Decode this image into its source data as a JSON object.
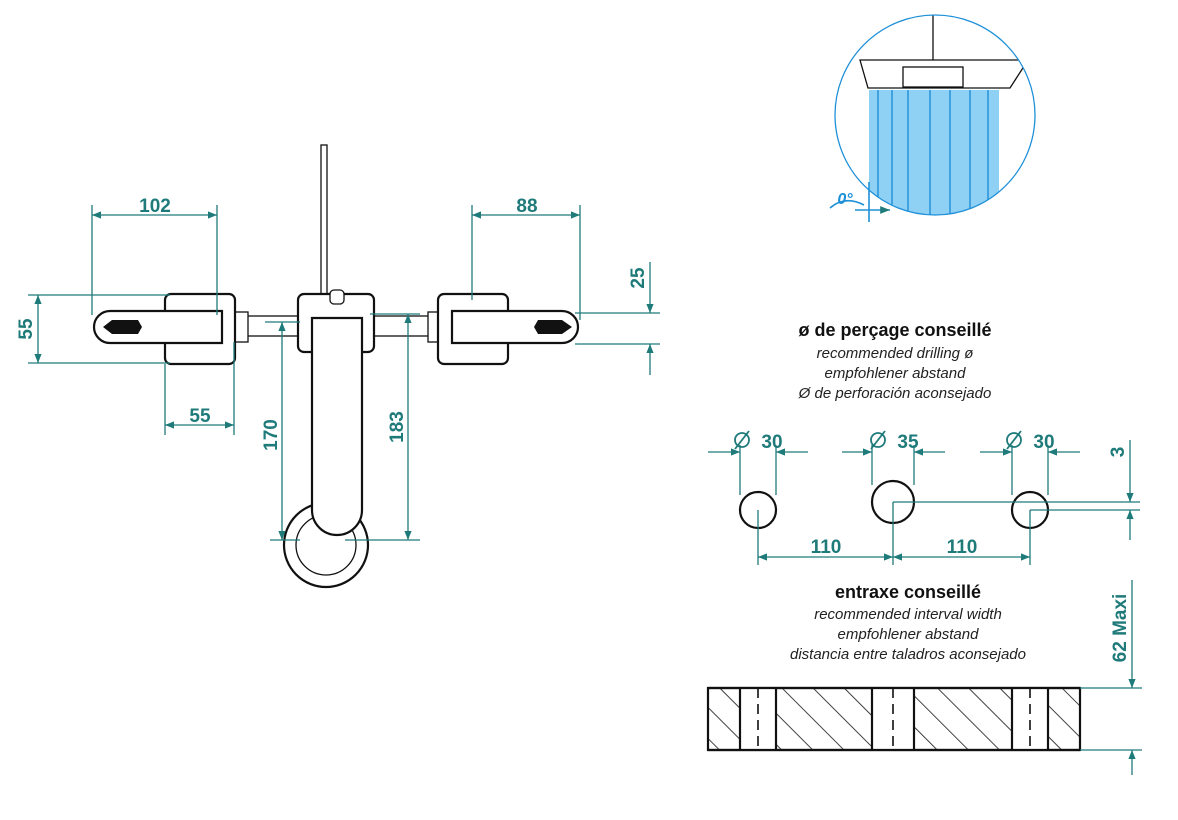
{
  "colors": {
    "dimension": "#1f7a7a",
    "outline": "#111111",
    "accent": "#1e90d8",
    "water": "#8fd0f5"
  },
  "faucet_dims": {
    "d102": "102",
    "d88": "88",
    "d55_left": "55",
    "d55_bottom": "55",
    "d25": "25",
    "d170": "170",
    "d183": "183"
  },
  "spray_angle": "0°",
  "drilling": {
    "title": "ø de perçage conseillé",
    "subtitles": [
      "recommended drilling ø",
      "empfohlener abstand",
      "Ø de perforación aconsejado"
    ],
    "holes": [
      "30",
      "35",
      "30"
    ],
    "spacing": [
      "110",
      "110"
    ],
    "offset": "3"
  },
  "interval": {
    "title": "entraxe conseillé",
    "subtitles": [
      "recommended interval width",
      "empfohlener abstand",
      "distancia entre taladros aconsejado"
    ],
    "max_thickness": "62 Maxi"
  },
  "icons": {
    "diameter": "diameter-symbol-icon"
  }
}
